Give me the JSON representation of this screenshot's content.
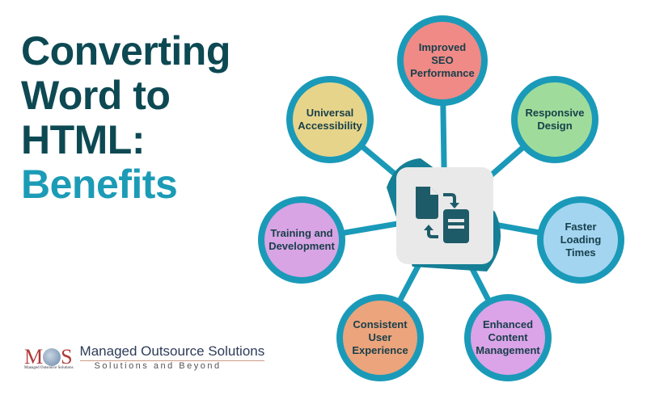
{
  "title": {
    "line1": "Converting",
    "line2": "Word to",
    "line3": "HTML:",
    "line4": "Benefits"
  },
  "center_icon": "document-convert-icon",
  "benefits": [
    {
      "label": "Improved SEO Performance",
      "color": "#f08a86"
    },
    {
      "label": "Universal Accessibility",
      "color": "#e6d48a"
    },
    {
      "label": "Responsive Design",
      "color": "#9fdc9b"
    },
    {
      "label": "Training and Development",
      "color": "#d8a4e4"
    },
    {
      "label": "Faster Loading Times",
      "color": "#a3d5f1"
    },
    {
      "label": "Consistent User Experience",
      "color": "#eca47c"
    },
    {
      "label": "Enhanced Content Management",
      "color": "#dba3e8"
    }
  ],
  "logo": {
    "mark": "MOS",
    "mark_sub": "Managed Outsource Solutions",
    "name": "Managed Outsource Solutions",
    "tagline": "Solutions and Beyond"
  }
}
